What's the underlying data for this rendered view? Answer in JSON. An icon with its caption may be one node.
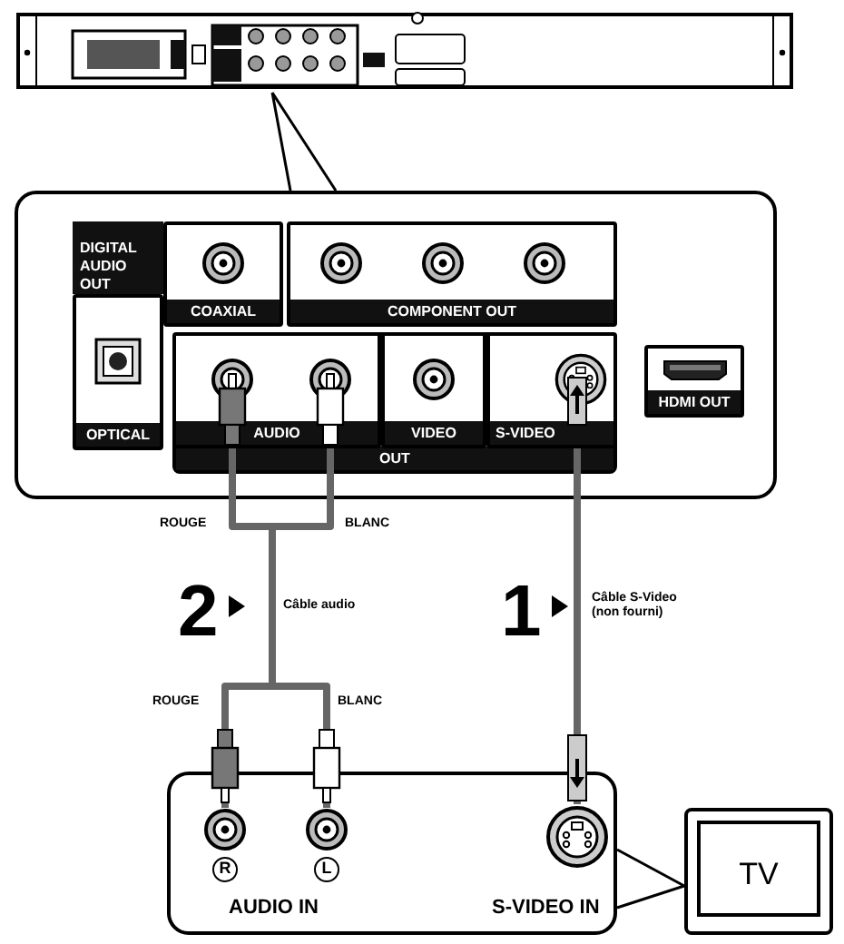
{
  "diagram": {
    "nodes": [
      {
        "text": [],
        "shape": "box"
      },
      {
        "text": [],
        "shape": "box"
      },
      {
        "text": [
          "DIGITAL AUDIO OUT"
        ],
        "in": 1
      },
      {
        "text": [
          "COAXIAL"
        ],
        "in": 1
      },
      {
        "text": [
          "COMPONENT OUT"
        ],
        "in": 1
      },
      {
        "text": [
          "OPTICAL"
        ],
        "in": 1
      },
      {
        "text": [
          "OUT"
        ],
        "in": 1
      },
      {
        "text": [
          "AUDIO"
        ],
        "in": 6
      },
      {
        "text": [
          "VIDEO"
        ],
        "in": 6
      },
      {
        "text": [
          "S-VIDEO"
        ],
        "in": 6
      },
      {
        "text": [
          "HDMI OUT"
        ],
        "in": 1
      },
      {
        "text": [],
        "shape": "box"
      },
      {
        "text": [
          "R"
        ],
        "in": 11
      },
      {
        "text": [
          "L"
        ],
        "in": 11
      },
      {
        "text": [],
        "shape": "circle",
        "in": 11
      },
      {
        "text": [
          "TV"
        ]
      }
    ],
    "edges": [
      {
        "from": 0,
        "to": 1,
        "arrow": "none",
        "color": "#000000"
      },
      {
        "from": 7,
        "to": 12,
        "arrow": "none"
      },
      {
        "from": 7,
        "to": 13,
        "arrow": "none"
      },
      {
        "from": 9,
        "to": 14,
        "arrow": "none"
      },
      {
        "from": 11,
        "to": 15,
        "arrow": "none",
        "color": "#000000"
      }
    ],
    "labels": [
      "ROUGE",
      "BLANC",
      "2",
      "Câble audio",
      "1",
      "Câble S-Video (non fourni)",
      "ROUGE",
      "BLANC",
      "AUDIO IN",
      "S-VIDEO IN"
    ]
  }
}
